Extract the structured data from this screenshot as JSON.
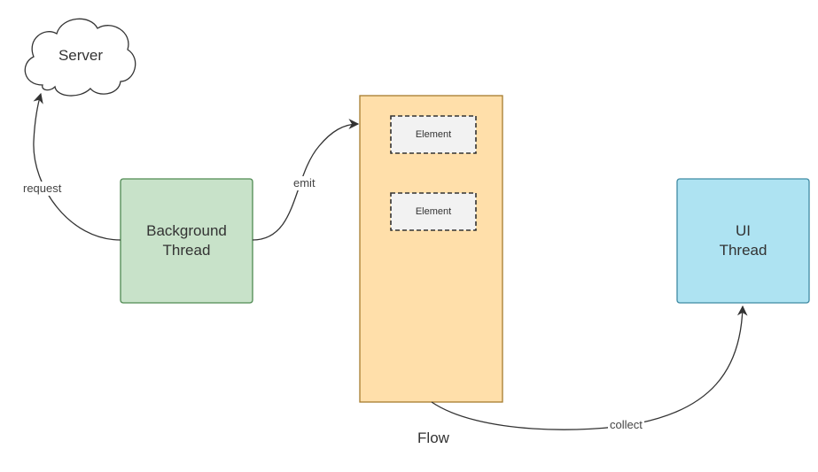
{
  "nodes": {
    "server": {
      "label": "Server"
    },
    "background_thread": {
      "label": "Background\nThread"
    },
    "flow": {
      "label": "Flow",
      "elements": [
        {
          "label": "Element"
        },
        {
          "label": "Element"
        }
      ]
    },
    "ui_thread": {
      "label": "UI\nThread"
    }
  },
  "edges": {
    "request": {
      "label": "request"
    },
    "emit": {
      "label": "emit"
    },
    "collect": {
      "label": "collect"
    }
  },
  "colors": {
    "background_thread_fill": "#c8e2c9",
    "background_thread_stroke": "#4f8a52",
    "flow_fill": "#ffdfaa",
    "flow_stroke": "#a67c2e",
    "ui_thread_fill": "#aee3f2",
    "ui_thread_stroke": "#3f8aa3",
    "element_fill": "#f2f2f2",
    "element_stroke": "#333333",
    "edge_stroke": "#333333"
  }
}
